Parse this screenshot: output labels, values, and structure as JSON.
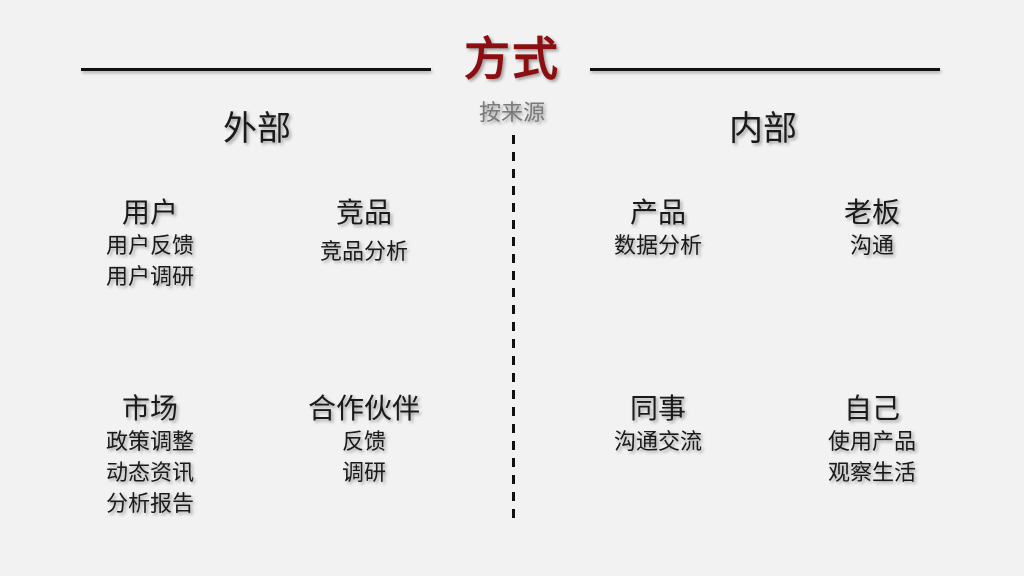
{
  "header": {
    "title": "方式",
    "subtitle": "按来源",
    "title_color": "#8b0f10"
  },
  "sections": [
    {
      "label": "外部",
      "groups": [
        {
          "title": "用户",
          "items": [
            "用户反馈",
            "用户调研"
          ]
        },
        {
          "title": "竞品",
          "items": [
            "竞品分析"
          ]
        },
        {
          "title": "市场",
          "items": [
            "政策调整",
            "动态资讯",
            "分析报告"
          ]
        },
        {
          "title": "合作伙伴",
          "items": [
            "反馈",
            "调研"
          ]
        }
      ]
    },
    {
      "label": "内部",
      "groups": [
        {
          "title": "产品",
          "items": [
            "数据分析"
          ]
        },
        {
          "title": "老板",
          "items": [
            "沟通"
          ]
        },
        {
          "title": "同事",
          "items": [
            "沟通交流"
          ]
        },
        {
          "title": "自己",
          "items": [
            "使用产品",
            "观察生活"
          ]
        }
      ]
    }
  ]
}
